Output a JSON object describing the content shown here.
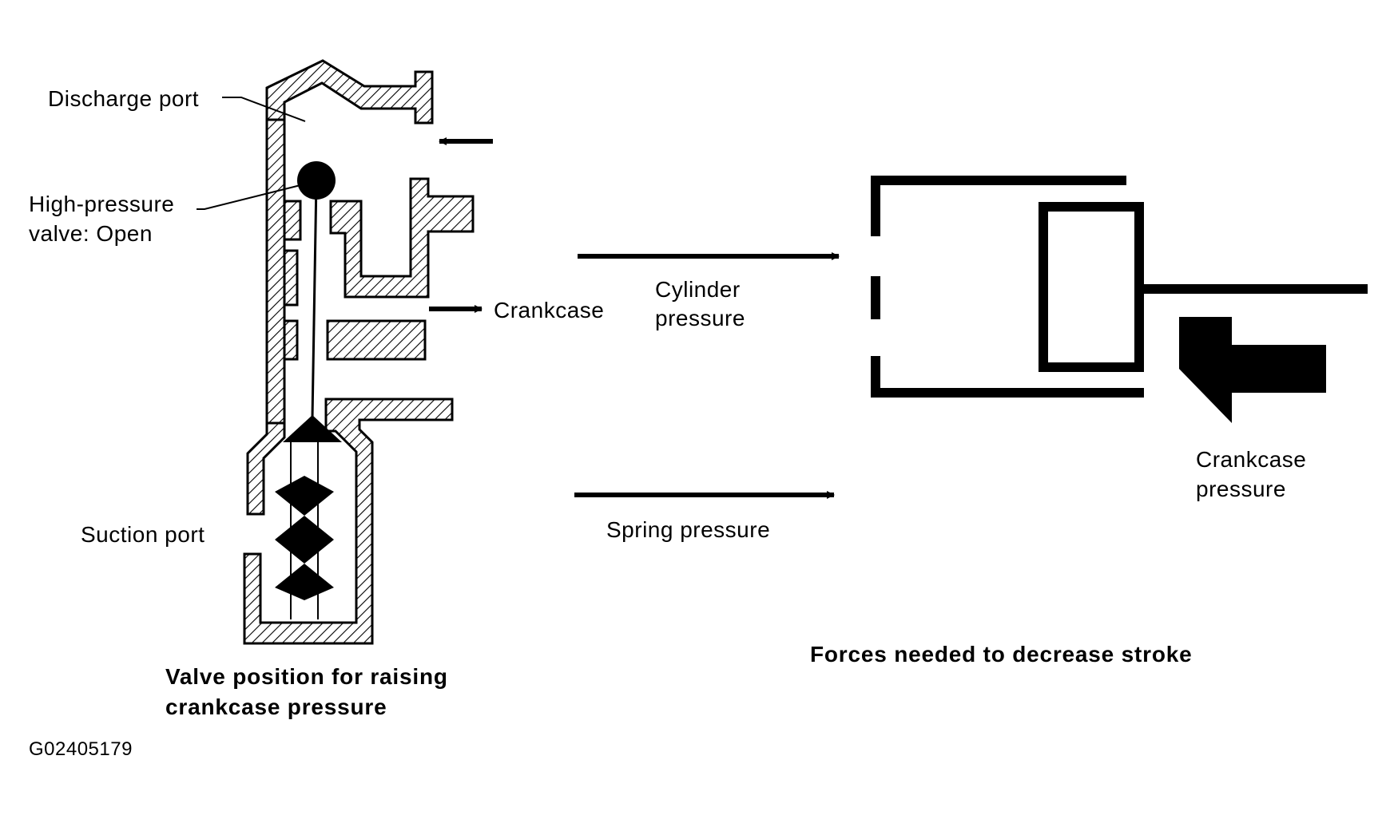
{
  "valve": {
    "discharge_port": "Discharge port",
    "high_pressure_line1": "High-pressure",
    "high_pressure_line2": "valve: Open",
    "crankcase": "Crankcase",
    "suction_port": "Suction port",
    "caption_line1": "Valve position for raising",
    "caption_line2": "crankcase pressure"
  },
  "forces": {
    "cylinder_line1": "Cylinder",
    "cylinder_line2": "pressure",
    "spring": "Spring pressure",
    "crankcase_line1": "Crankcase",
    "crankcase_line2": "pressure",
    "caption": "Forces needed to decrease stroke"
  },
  "figure_code": "G02405179"
}
